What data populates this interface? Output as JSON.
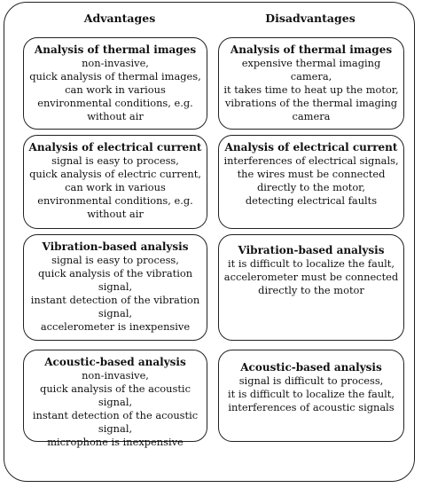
{
  "headers": {
    "advantages": "Advantages",
    "disadvantages": "Disadvantages"
  },
  "advantages": [
    {
      "title": "Analysis of thermal images",
      "lines": [
        "non-invasive,",
        "quick analysis of thermal images,",
        "can work in various",
        "environmental conditions, e.g.",
        "without air"
      ]
    },
    {
      "title": "Analysis of electrical current",
      "lines": [
        "signal is easy to process,",
        "quick analysis of electric current,",
        "can work in various",
        "environmental conditions, e.g.",
        "without air"
      ]
    },
    {
      "title": "Vibration-based analysis",
      "lines": [
        "signal is easy to process,",
        "quick analysis of the vibration",
        "signal,",
        "instant detection of the vibration",
        "signal,",
        "accelerometer is inexpensive"
      ]
    },
    {
      "title": "Acoustic-based analysis",
      "lines": [
        "non-invasive,",
        "quick analysis of the acoustic signal,",
        "instant detection of the acoustic",
        "signal,",
        "microphone is inexpensive"
      ]
    }
  ],
  "disadvantages": [
    {
      "title": "Analysis of thermal images",
      "lines": [
        "expensive thermal imaging",
        "camera,",
        "it takes time to heat up the motor,",
        "vibrations of the thermal imaging",
        "camera"
      ]
    },
    {
      "title": "Analysis of electrical current",
      "lines": [
        "interferences of electrical signals,",
        "the wires must be connected",
        "directly to the motor,",
        "detecting electrical faults"
      ]
    },
    {
      "title": "Vibration-based analysis",
      "lines": [
        "it is difficult to localize the fault,",
        "accelerometer must be connected",
        "directly to the motor"
      ]
    },
    {
      "title": "Acoustic-based analysis",
      "lines": [
        "signal is difficult to process,",
        "it is difficult to localize the fault,",
        "interferences of acoustic signals"
      ]
    }
  ]
}
